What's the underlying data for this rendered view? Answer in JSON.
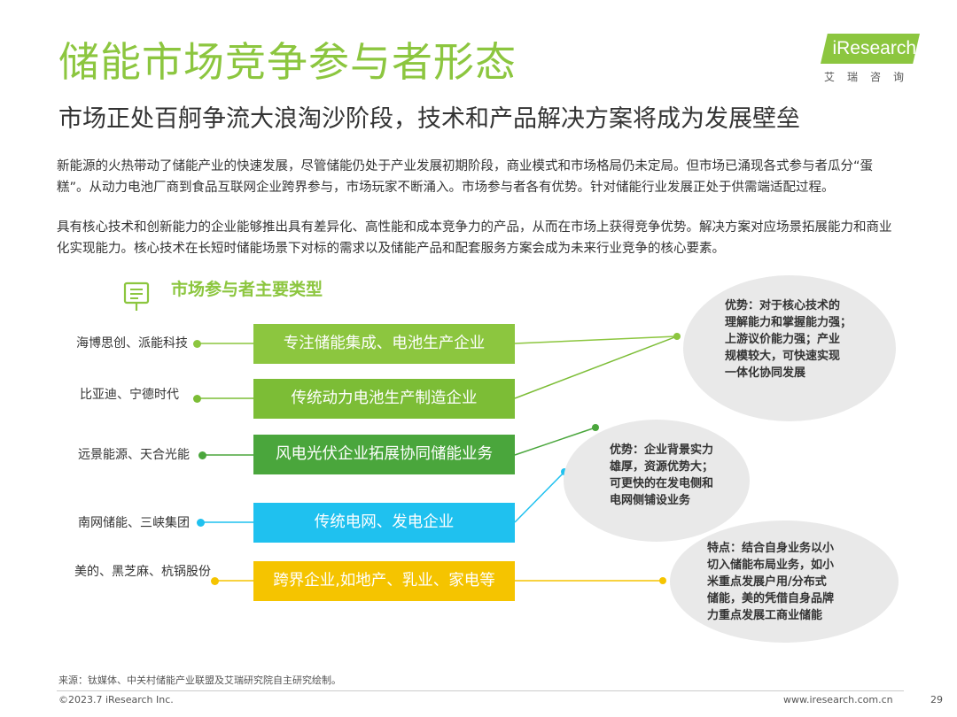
{
  "title": "储能市场竞争参与者形态",
  "subtitle": "市场正处百舸争流大浪淘沙阶段，技术和产品解决方案将成为发展壁垒",
  "brand": {
    "name": "iResearch",
    "cn": "艾瑞咨询",
    "accent": "#8cc63f"
  },
  "paragraphs": [
    "新能源的火热带动了储能产业的快速发展，尽管储能仍处于产业发展初期阶段，商业模式和市场格局仍未定局。但市场已涌现各式参与者瓜分“蛋糕”。从动力电池厂商到食品互联网企业跨界参与，市场玩家不断涌入。市场参与者各有优势。针对储能行业发展正处于供需端适配过程。",
    "具有核心技术和创新能力的企业能够推出具有差异化、高性能和成本竞争力的产品，从而在市场上获得竞争优势。解决方案对应场景拓展能力和商业化实现能力。核心技术在长短时储能场景下对标的需求以及储能产品和配套服务方案会成为未来行业竞争的核心要素。"
  ],
  "section_title": "市场参与者主要类型",
  "icons": {
    "section": "document-icon"
  },
  "participants": [
    {
      "companies": "海博思创、派能科技",
      "type": "专注储能集成、电池生产企业",
      "color": "#8cc63f"
    },
    {
      "companies": "比亚迪、宁德时代",
      "type": "传统动力电池生产制造企业",
      "color": "#7cbd36"
    },
    {
      "companies": "远景能源、天合光能",
      "type": "风电光伏企业拓展协同储能业务",
      "color": "#4aa63c"
    },
    {
      "companies": "南网储能、三峡集团",
      "type": "传统电网、发电企业",
      "color": "#1fc1ef"
    },
    {
      "companies": "美的、黑芝麻、杭锅股份",
      "type": "跨界企业,如地产、乳业、家电等",
      "color": "#f5c400"
    }
  ],
  "bubbles": [
    {
      "lines": [
        "优势：对于核心技术的",
        "理解能力和掌握能力强；",
        "上游议价能力强；产业",
        "规模较大，可快速实现",
        "一体化协同发展"
      ]
    },
    {
      "lines": [
        "优势：企业背景实力",
        "雄厚，资源优势大；",
        "可更快的在发电侧和",
        "电网侧铺设业务"
      ]
    },
    {
      "lines": [
        "特点：结合自身业务以小",
        "切入储能布局业务，如小",
        "米重点发展户用/分布式",
        "储能，美的凭借自身品牌",
        "力重点发展工商业储能"
      ]
    }
  ],
  "footer": {
    "source": "来源：钛媒体、中关村储能产业联盟及艾瑞研究院自主研究绘制。",
    "copyright": "©2023.7 iResearch Inc.",
    "site": "www.iresearch.com.cn",
    "page": "29"
  }
}
